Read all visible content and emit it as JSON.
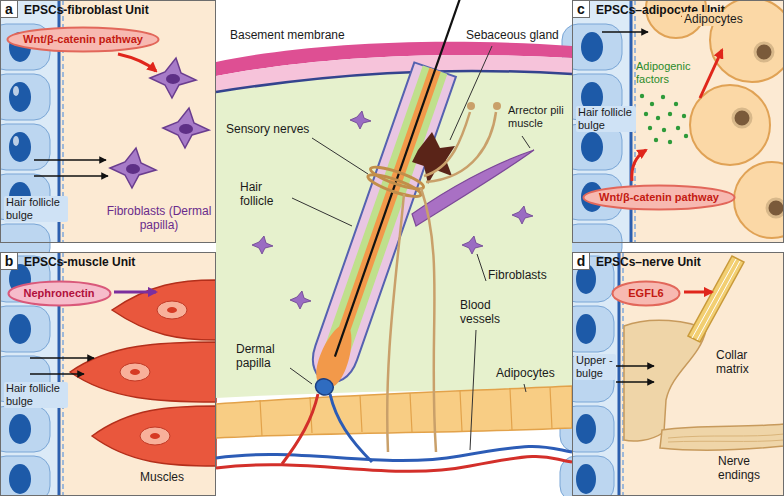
{
  "diagram": {
    "nodes": [
      {
        "text": [
          "a",
          "EPSCs-fibroblast Unit"
        ]
      },
      {
        "text": [
          "Wnt/β-catenin pathway"
        ],
        "in": 0
      },
      {
        "text": [
          "b",
          "EPSCs-muscle Unit"
        ]
      },
      {
        "text": [
          "Nephronectin"
        ],
        "in": 2
      },
      {
        "text": [
          "c",
          "EPSCs–adipocyte Unit"
        ]
      },
      {
        "text": [
          "Wnt/β-catenin pathway"
        ],
        "in": 4
      },
      {
        "text": [
          "d",
          "EPSCs–nerve Unit"
        ]
      },
      {
        "text": [
          "EGFL6"
        ],
        "in": 6
      }
    ],
    "labels": [
      "Hair follicle bulge",
      "Fibroblasts (Dermal papilla)",
      "Hair follicle bulge",
      "Muscles",
      "Basement membrane",
      "Sebaceous gland",
      "Sensory nerves",
      "Arrector pili muscle",
      "Hair follicle",
      "Fibroblasts",
      "Blood vessels",
      "Dermal papilla",
      "Adipocytes",
      "Adipocytes",
      "Adipogenic factors",
      "Hair follicle bulge",
      "Upper -bulge",
      "Collar matrix",
      "Nerve endings"
    ]
  }
}
